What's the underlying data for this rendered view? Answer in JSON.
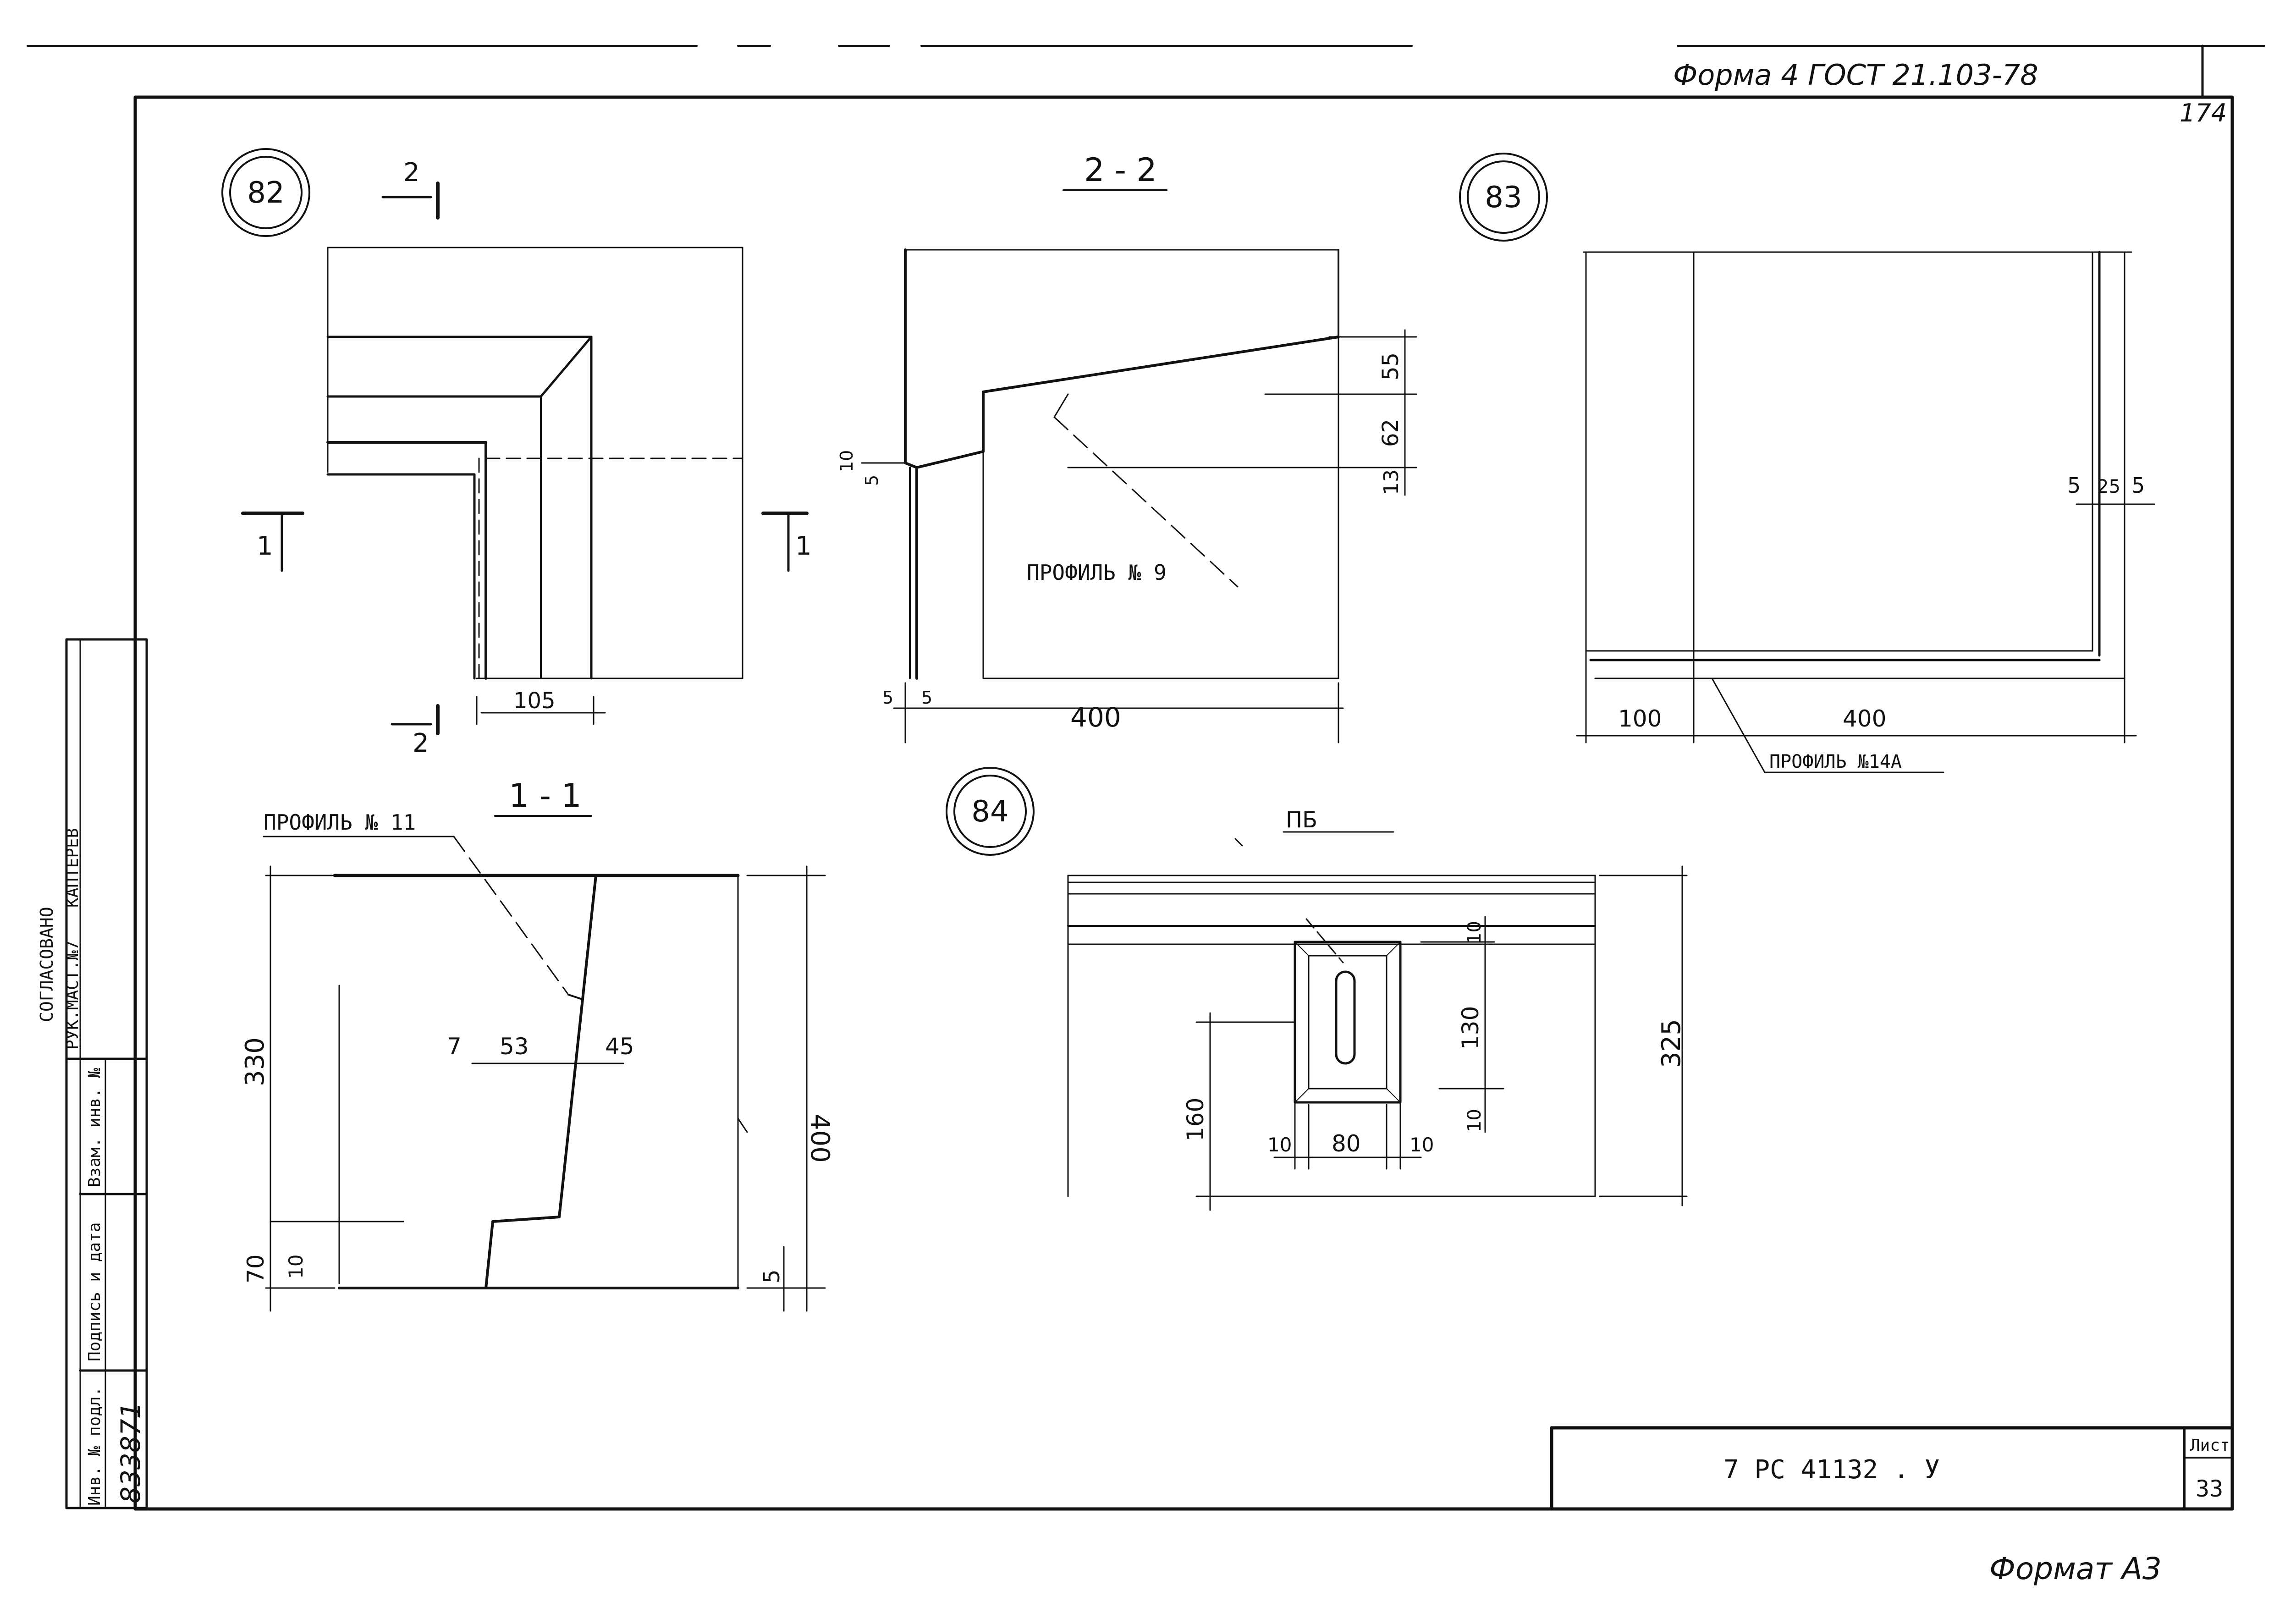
{
  "header": {
    "form_note": "Форма 4 ГОСТ 21.103-78",
    "corner_number": "174"
  },
  "footer": {
    "format_note": "Формат А3"
  },
  "side_stamp": {
    "agreed": "СОГЛАСОВАНО",
    "role": "РУК.МАСТ.№7",
    "name": "КАПТЕРЕВ",
    "col_replace_inv": "Взам. инв. №",
    "col_sign_date": "Подпись и дата",
    "col_orig_inv": "Инв. № подл.",
    "orig_inv_value": "833871"
  },
  "title_block": {
    "code": "7 РС 41132 . У",
    "sheet_label": "Лист",
    "sheet_number": "33"
  },
  "details": {
    "d82": {
      "marker": "82",
      "cut_mark": "2",
      "section_mark": "1",
      "dim_width": "105"
    },
    "section22": {
      "title": "2 - 2",
      "profile_label": "ПРОФИЛЬ № 9",
      "dim_55": "55",
      "dim_62": "62",
      "dim_13": "13",
      "dim_10": "10",
      "dim_5a": "5",
      "dim_5b": "5",
      "dim_5c": "5",
      "dim_400": "400"
    },
    "d83": {
      "marker": "83",
      "dim_5a": "5",
      "dim_25": "25",
      "dim_5b": "5",
      "dim_100": "100",
      "dim_400": "400",
      "profile_label": "ПРОФИЛЬ №14А"
    },
    "section11": {
      "title": "1 - 1",
      "profile_label": "ПРОФИЛЬ № 11",
      "dim_330": "330",
      "dim_7": "7",
      "dim_53": "53",
      "dim_45": "45",
      "dim_400": "400",
      "dim_70": "70",
      "dim_10": "10",
      "dim_5": "5"
    },
    "d84": {
      "marker": "84",
      "plate_label": "ПБ",
      "dim_10_top": "10",
      "dim_130": "130",
      "dim_10_right": "10",
      "dim_325": "325",
      "dim_160": "160",
      "dim_10_left": "10",
      "dim_80": "80",
      "dim_10_bottom": "10"
    }
  }
}
